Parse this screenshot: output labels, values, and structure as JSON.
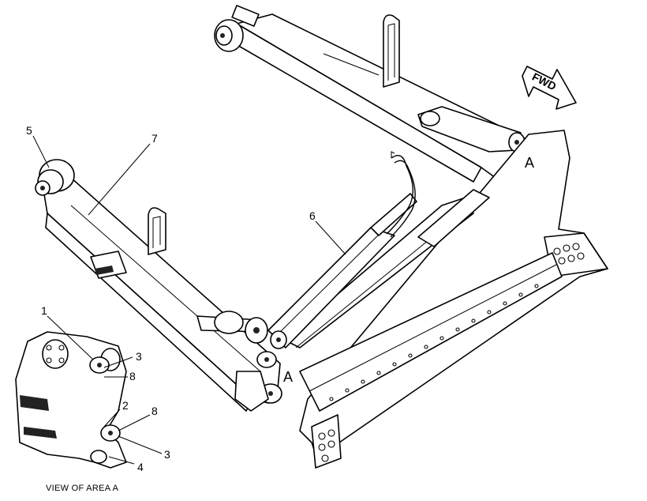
{
  "callouts": {
    "c1": "1",
    "c2": "2",
    "c3a": "3",
    "c3b": "3",
    "c4": "4",
    "c5": "5",
    "c6": "6",
    "c7": "7",
    "c8a": "8",
    "c8b": "8"
  },
  "area_marks": {
    "a_upper": "A",
    "a_lower": "A"
  },
  "direction": {
    "fwd": "FWD"
  },
  "caption": {
    "view": "VIEW OF AREA  A"
  }
}
